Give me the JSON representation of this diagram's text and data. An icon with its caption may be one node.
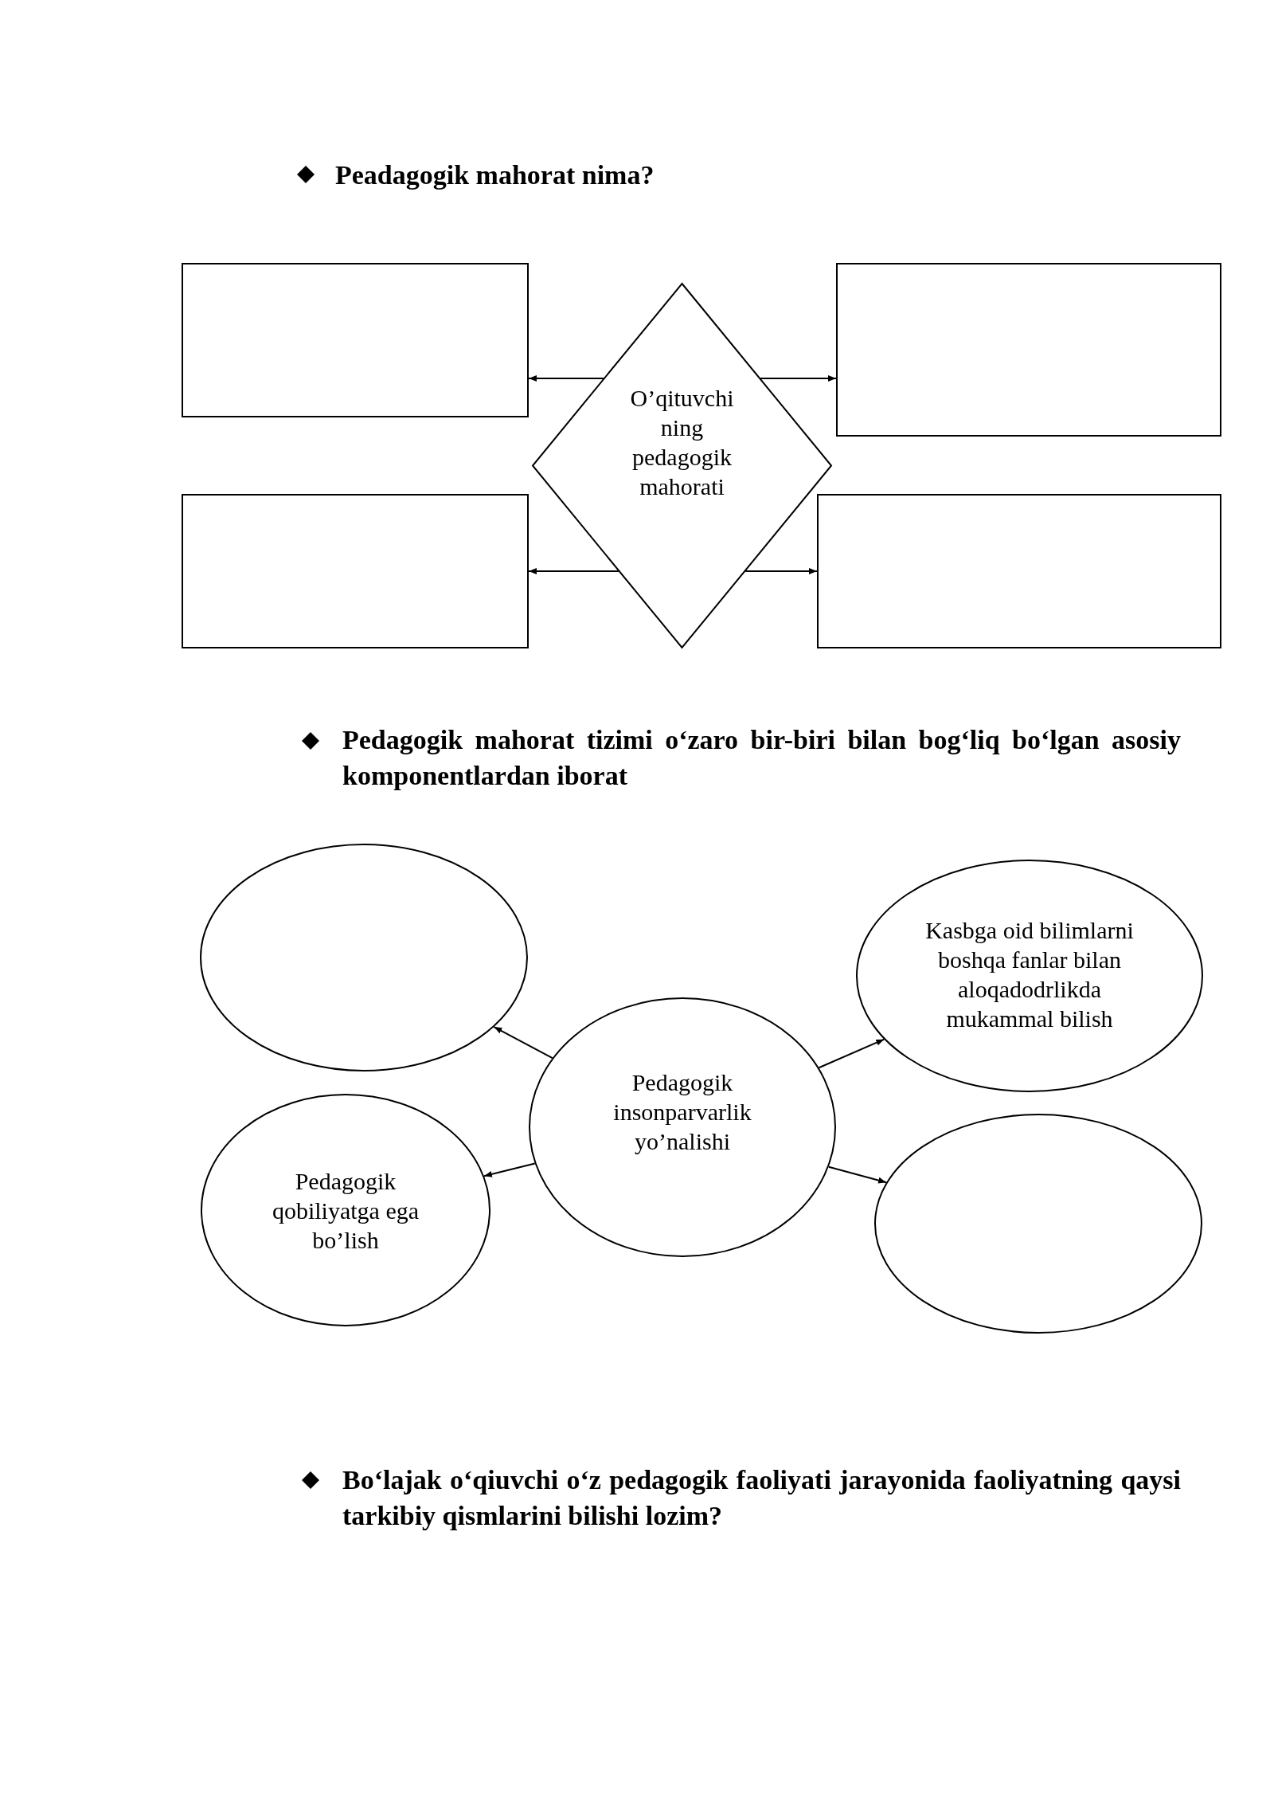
{
  "diagram": {
    "nodes": [
      {
        "text": [],
        "shape": "box"
      },
      {
        "text": [],
        "shape": "box"
      },
      {
        "text": [
          "O’qituvchi ning pedagogik mahorati"
        ]
      },
      {
        "text": [],
        "shape": "box"
      },
      {
        "text": [],
        "shape": "box"
      },
      {
        "text": [],
        "shape": "ellipse"
      },
      {
        "text": [
          "Kasbga oid bilimlarni boshqa fanlar bilan aloqadodrlikda mukammal bilish"
        ]
      },
      {
        "text": [
          "Pedagogik insonparvarlik yo’nalishi"
        ]
      },
      {
        "text": [
          "Pedagogik qobiliyatga ega bo’lish"
        ]
      },
      {
        "text": [],
        "shape": "ellipse"
      }
    ],
    "edges": [
      {
        "from": 2,
        "to": 0,
        "arrow": "to"
      },
      {
        "from": 2,
        "to": 1,
        "arrow": "to"
      },
      {
        "from": 2,
        "to": 3,
        "arrow": "to"
      },
      {
        "from": 2,
        "to": 4,
        "arrow": "to"
      },
      {
        "from": 7,
        "to": 5,
        "arrow": "to"
      },
      {
        "from": 7,
        "to": 6,
        "arrow": "to"
      },
      {
        "from": 7,
        "to": 8,
        "arrow": "to"
      },
      {
        "from": 7,
        "to": 9,
        "arrow": "to"
      }
    ],
    "labels": [
      "Peadagogik mahorat nima?",
      "Pedagogik mahorat tizimi o‘zaro bir-biri bilan bog‘liq bo‘lgan asosiy komponentlardan iborat",
      "Bo‘lajak o‘qiuvchi o‘z pedagogik faoliyati jarayonida faoliyatning qaysi tarkibiy qismlarini bilishi lozim?"
    ]
  }
}
